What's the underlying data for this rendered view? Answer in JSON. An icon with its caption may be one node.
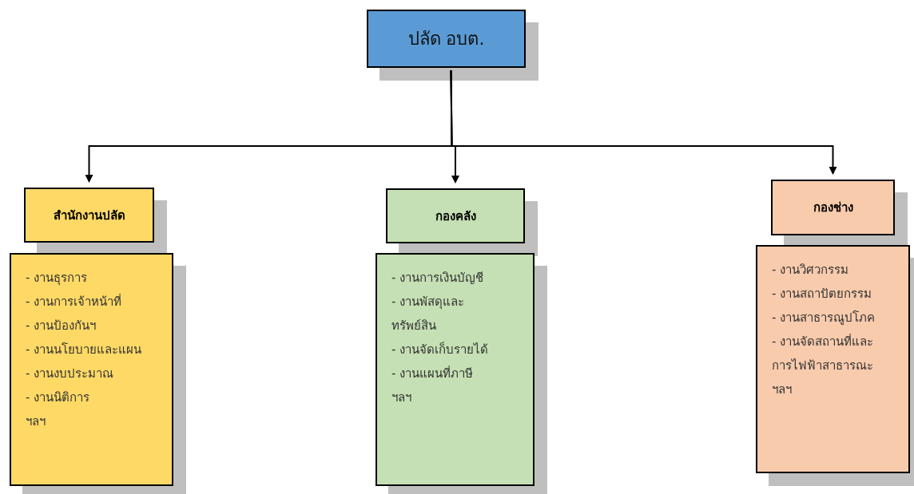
{
  "diagram": {
    "nodes": [
      {
        "text": [
          "ปลัด อบต."
        ]
      },
      {
        "text": [
          "สำนักงานปลัด"
        ]
      },
      {
        "text": [
          "- งานธุรการ",
          "- งานการเจ้าหน้าที่",
          "- งานป้องกันฯ",
          "- งานนโยบายและแผน",
          "- งานงบประมาณ",
          "- งานนิติการ",
          "ฯลฯ"
        ]
      },
      {
        "text": [
          "กองคลัง"
        ]
      },
      {
        "text": [
          "- งานการเงินบัญชี",
          "- งานพัสดุและทรัพย์สิน",
          "- งานจัดเก็บรายได้",
          "- งานแผนที่ภาษี",
          "ฯลฯ"
        ]
      },
      {
        "text": [
          "กองช่าง"
        ]
      },
      {
        "text": [
          "- งานวิศวกรรม",
          "- งานสถาปัตยกรรม",
          "- งานสาธารณูปโภค",
          "- งานจัดสถานที่และการไฟฟ้าสาธารณะ",
          "ฯลฯ"
        ]
      }
    ],
    "edges": [
      {
        "from": 0,
        "to": 1,
        "arrow": "to"
      },
      {
        "from": 0,
        "to": 3,
        "arrow": "to"
      },
      {
        "from": 0,
        "to": 5,
        "arrow": "to"
      }
    ]
  }
}
